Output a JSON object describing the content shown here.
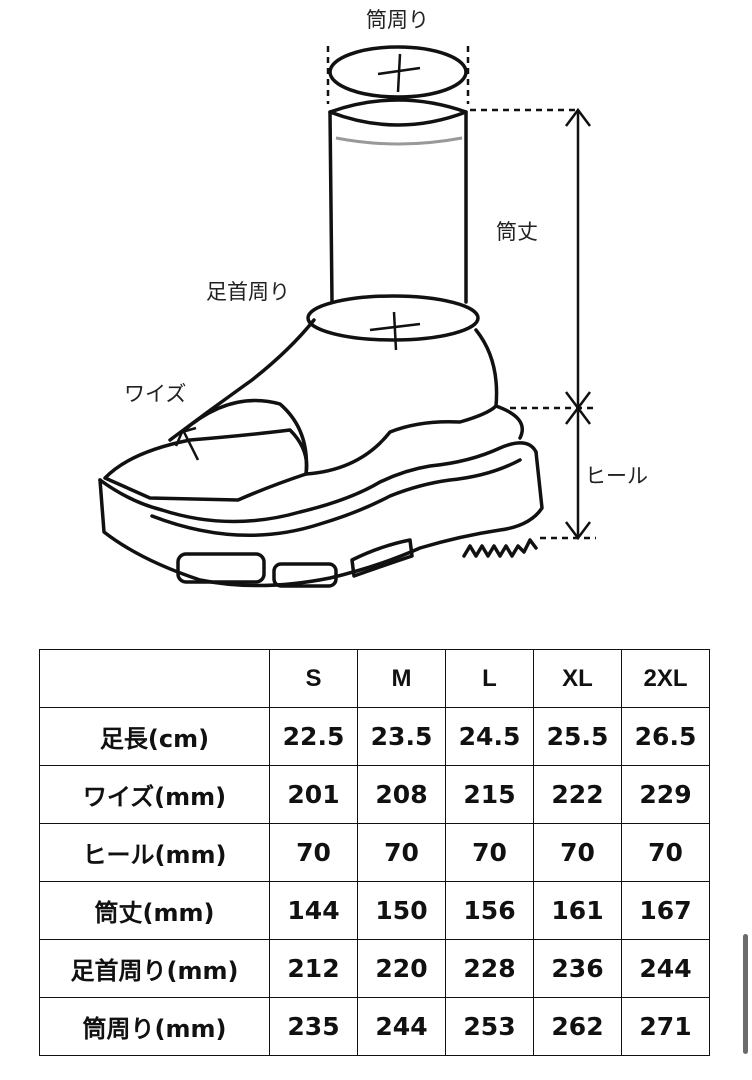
{
  "diagram": {
    "labels": {
      "tube_circumference": "筒周り",
      "shaft_height": "筒丈",
      "ankle_circumference": "足首周り",
      "width": "ワイズ",
      "heel": "ヒール"
    }
  },
  "size_table": {
    "corner": "",
    "columns": [
      "S",
      "M",
      "L",
      "XL",
      "2XL"
    ],
    "rows": [
      {
        "label": "足長(cm)",
        "values": [
          "22.5",
          "23.5",
          "24.5",
          "25.5",
          "26.5"
        ]
      },
      {
        "label": "ワイズ(mm)",
        "values": [
          "201",
          "208",
          "215",
          "222",
          "229"
        ]
      },
      {
        "label": "ヒール(mm)",
        "values": [
          "70",
          "70",
          "70",
          "70",
          "70"
        ]
      },
      {
        "label": "筒丈(mm)",
        "values": [
          "144",
          "150",
          "156",
          "161",
          "167"
        ]
      },
      {
        "label": "足首周り(mm)",
        "values": [
          "212",
          "220",
          "228",
          "236",
          "244"
        ]
      },
      {
        "label": "筒周り(mm)",
        "values": [
          "235",
          "244",
          "253",
          "262",
          "271"
        ]
      }
    ]
  }
}
